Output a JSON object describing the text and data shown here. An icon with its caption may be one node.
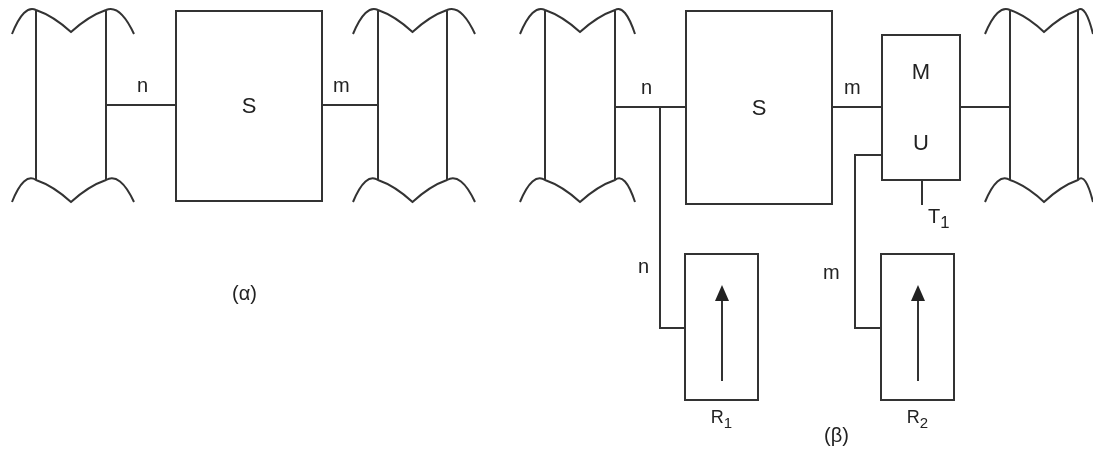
{
  "diagram": {
    "nodes": [
      {
        "text": [],
        "shape": "band"
      },
      {
        "text": [
          "S"
        ]
      },
      {
        "text": [],
        "shape": "band"
      },
      {
        "text": [],
        "shape": "band"
      },
      {
        "text": [
          "S"
        ]
      },
      {
        "text": [
          "M",
          "U"
        ]
      },
      {
        "text": [],
        "shape": "band"
      },
      {
        "text": [
          "R$_{1}$"
        ]
      },
      {
        "text": [
          "R$_{2}$"
        ]
      }
    ],
    "edges": [
      {
        "from": 0,
        "to": 1,
        "arrow": "none",
        "label": "n"
      },
      {
        "from": 1,
        "to": 2,
        "arrow": "none",
        "label": "m"
      },
      {
        "from": 3,
        "to": 4,
        "arrow": "none",
        "label": "n"
      },
      {
        "from": 4,
        "to": 5,
        "arrow": "none",
        "label": "m"
      },
      {
        "from": 5,
        "to": 6,
        "arrow": "none"
      },
      {
        "from": 3,
        "to": 7,
        "arrow": "none",
        "label": "n"
      },
      {
        "from": 5,
        "to": 8,
        "arrow": "none",
        "label": "m"
      },
      {
        "from": 5,
        "to": null,
        "arrow": "none",
        "label": "T$_{1}$"
      }
    ],
    "labels": [
      "(α)",
      "(β)"
    ]
  }
}
